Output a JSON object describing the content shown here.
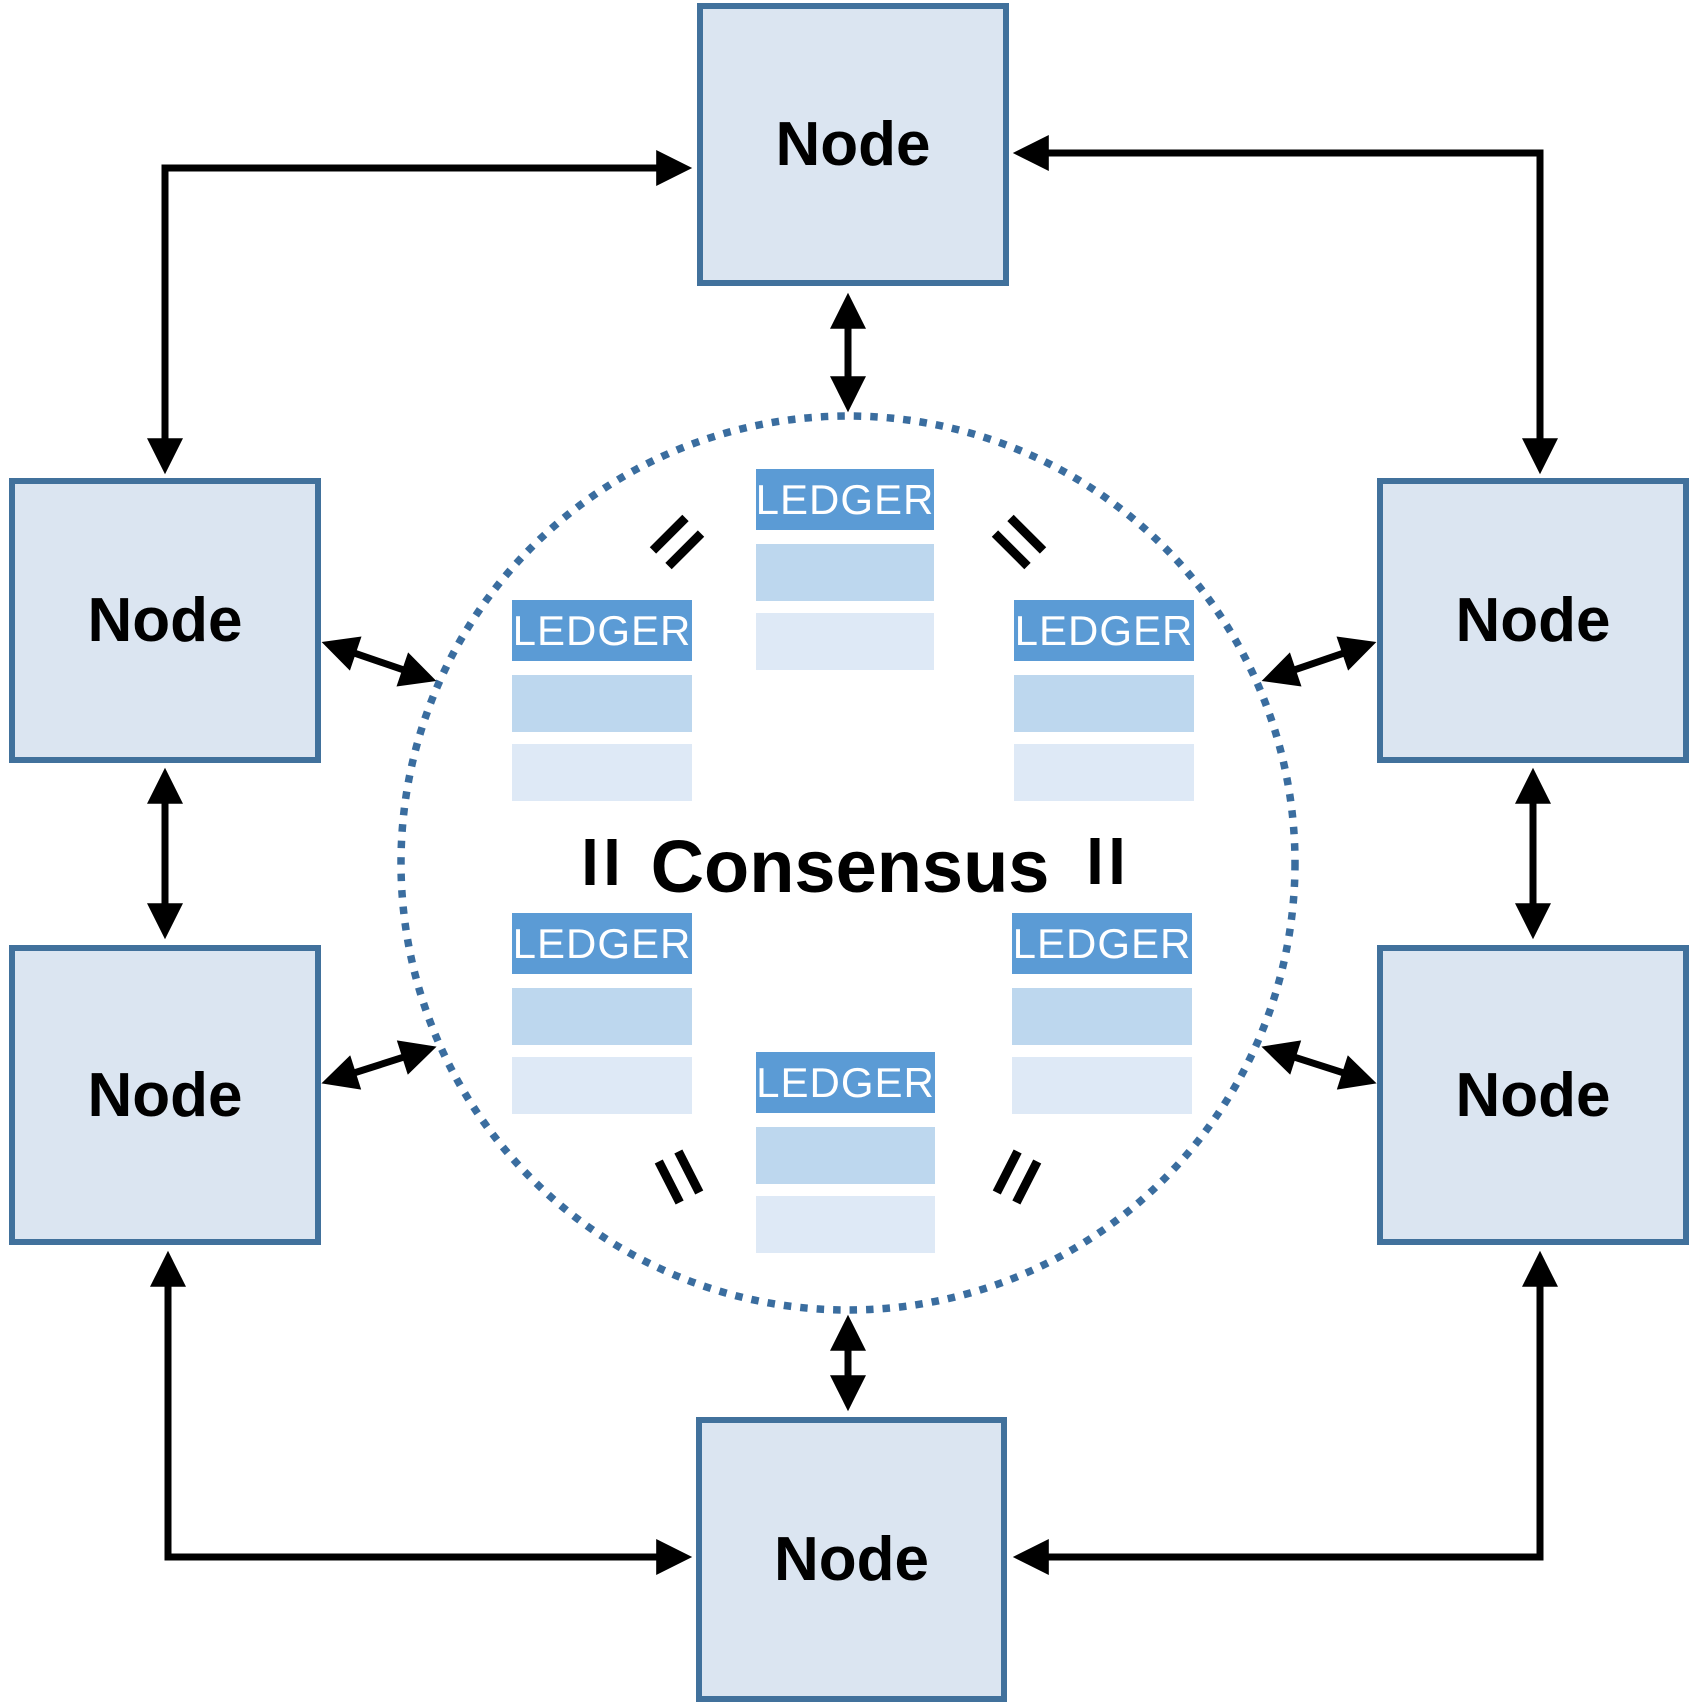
{
  "diagram": {
    "consensus_label": "Consensus",
    "nodes": [
      {
        "id": "top",
        "label": "Node"
      },
      {
        "id": "upper-left",
        "label": "Node"
      },
      {
        "id": "upper-right",
        "label": "Node"
      },
      {
        "id": "lower-left",
        "label": "Node"
      },
      {
        "id": "lower-right",
        "label": "Node"
      },
      {
        "id": "bottom",
        "label": "Node"
      }
    ],
    "ledgers": [
      {
        "id": "top-center",
        "label": "LEDGER"
      },
      {
        "id": "upper-left",
        "label": "LEDGER"
      },
      {
        "id": "upper-right",
        "label": "LEDGER"
      },
      {
        "id": "lower-left",
        "label": "LEDGER"
      },
      {
        "id": "lower-right",
        "label": "LEDGER"
      },
      {
        "id": "bottom-center",
        "label": "LEDGER"
      }
    ],
    "equals_symbol": "=",
    "colors": {
      "node_fill": "#dbe5f1",
      "node_border": "#41719c",
      "ledger_header": "#5b9bd5",
      "ledger_row_mid": "#bdd7ee",
      "ledger_row_light": "#dee9f6",
      "circle_dots": "#3a6d9f",
      "arrows": "#000000",
      "background": "#ffffff"
    }
  }
}
